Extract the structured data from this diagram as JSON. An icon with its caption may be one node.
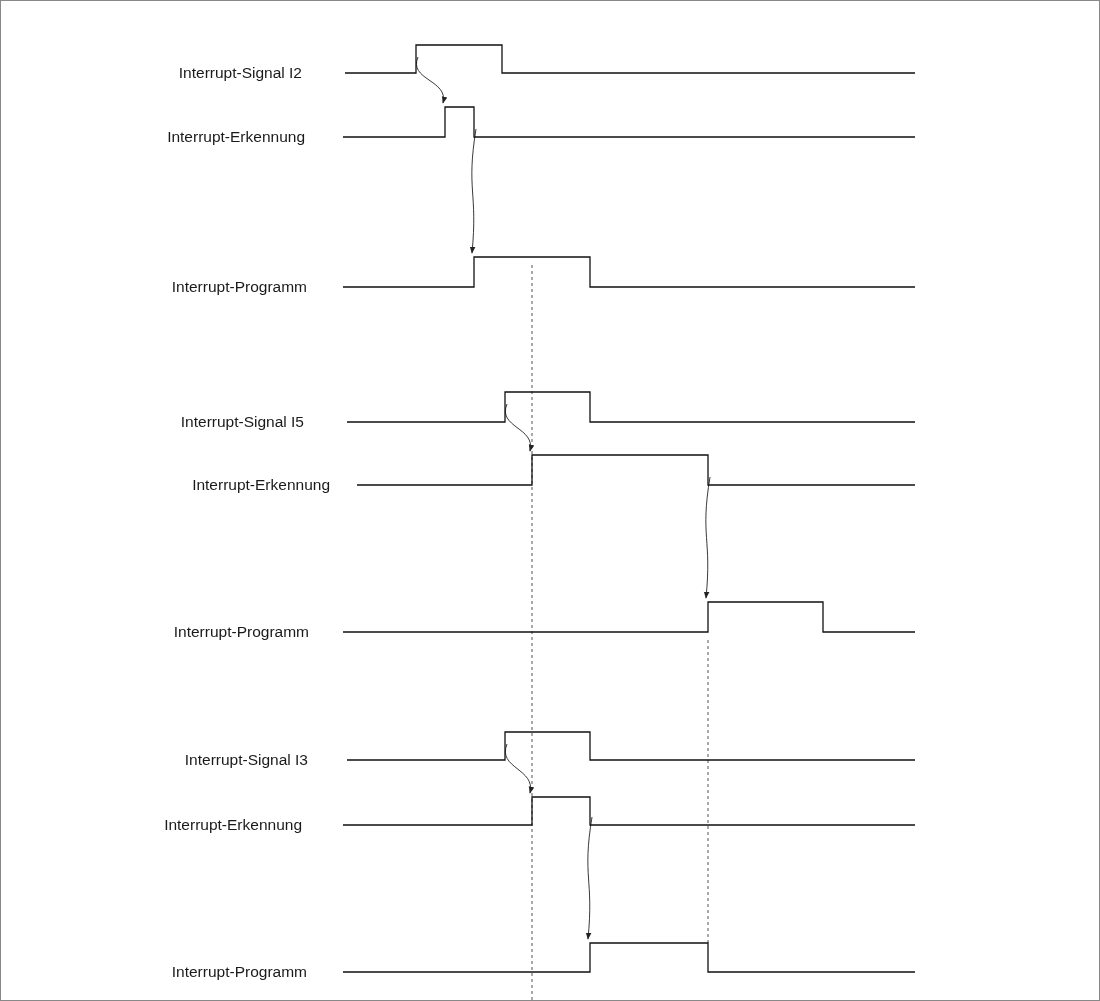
{
  "diagram": {
    "nodes": [
      {
        "text": [
          "Interrupt-Signal I2"
        ]
      },
      {
        "text": [
          "Interrupt-Erkennung"
        ]
      },
      {
        "text": [
          "Interrupt-Programm"
        ]
      },
      {
        "text": [
          "Interrupt-Signal I5"
        ]
      },
      {
        "text": [
          "Interrupt-Erkennung"
        ]
      },
      {
        "text": [
          "Interrupt-Programm"
        ]
      },
      {
        "text": [
          "Interrupt-Signal I3"
        ]
      },
      {
        "text": [
          "Interrupt-Erkennung"
        ]
      },
      {
        "text": [
          "Interrupt-Programm"
        ]
      }
    ],
    "edges": [
      {
        "from": 0,
        "to": 1,
        "arrow": "to"
      },
      {
        "from": 1,
        "to": 2,
        "arrow": "to"
      },
      {
        "from": 3,
        "to": 4,
        "arrow": "to"
      },
      {
        "from": 4,
        "to": 5,
        "arrow": "to"
      },
      {
        "from": 6,
        "to": 7,
        "arrow": "to"
      },
      {
        "from": 7,
        "to": 8,
        "arrow": "to"
      }
    ]
  }
}
